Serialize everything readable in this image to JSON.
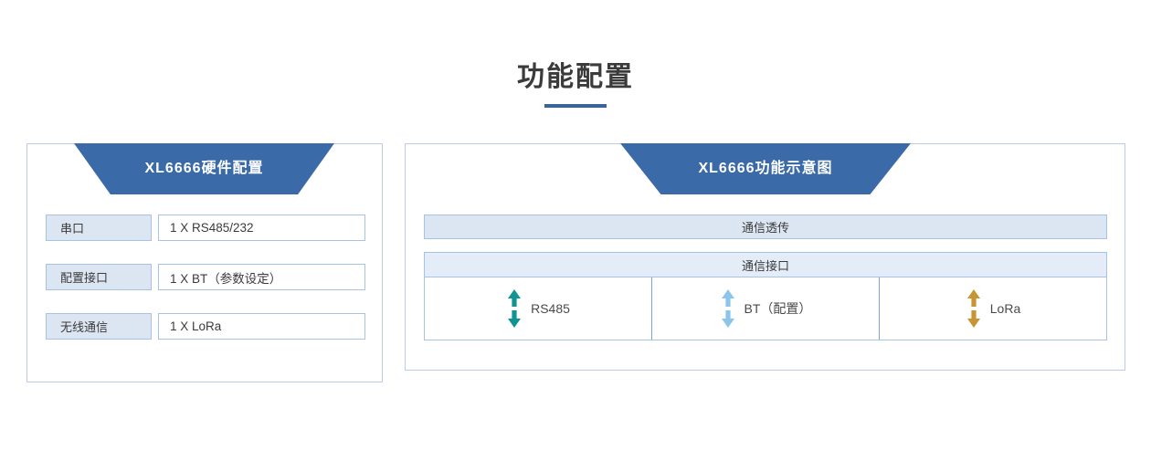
{
  "page": {
    "title": "功能配置",
    "accent_color": "#3a6598",
    "banner_color": "#3a6aa8",
    "panel_border_color": "#b9cde6",
    "cell_fill_color": "#dce6f2"
  },
  "left_panel": {
    "banner_title": "XL6666硬件配置",
    "rows": [
      {
        "label": "串口",
        "value": "1 X RS485/232"
      },
      {
        "label": "配置接口",
        "value": "1 X BT（参数设定）"
      },
      {
        "label": "无线通信",
        "value": "1 X LoRa"
      }
    ]
  },
  "right_panel": {
    "banner_title": "XL6666功能示意图",
    "transparent_bar": "通信透传",
    "interface_header": "通信接口",
    "interfaces": [
      {
        "label": "RS485",
        "arrow_color": "#0f9393",
        "icon": "double-arrow-vertical-icon"
      },
      {
        "label": "BT（配置）",
        "arrow_color": "#8cc5ea",
        "icon": "double-arrow-vertical-icon"
      },
      {
        "label": "LoRa",
        "arrow_color": "#c79534",
        "icon": "double-arrow-vertical-icon"
      }
    ]
  }
}
